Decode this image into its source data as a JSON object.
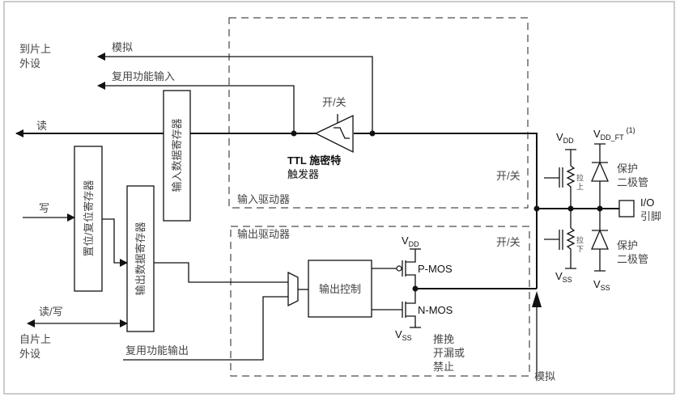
{
  "labels": {
    "to_peripheral": [
      "到片上",
      "外设"
    ],
    "from_peripheral": [
      "自片上",
      "外设"
    ],
    "analog_top": "模拟",
    "alt_func_input": "复用功能输入",
    "read": "读",
    "write": "写",
    "read_write": "读/写",
    "alt_func_output": "复用功能输出",
    "input_data_register": "输入数据寄存器",
    "bit_set_reset_register": "置位/复位寄存器",
    "output_data_register": "输出数据寄存器",
    "schmitt_switch": "开/关",
    "ttl_schmitt": [
      "TTL 施密特",
      "触发器"
    ],
    "input_driver": "输入驱动器",
    "output_driver": "输出驱动器",
    "output_control": "输出控制",
    "pmos": "P-MOS",
    "nmos": "N-MOS",
    "vdd": "V",
    "vdd_sub": "DD",
    "vss": "V",
    "vss_sub": "SS",
    "vdd_ft_sub": "DD_FT",
    "vdd_ft_note": "(1)",
    "output_mode": [
      "推挽",
      "开漏或",
      "禁止"
    ],
    "switch_up": "开/关",
    "switch_down": "开/关",
    "pull_up": [
      "拉",
      "上"
    ],
    "pull_down": [
      "拉",
      "下"
    ],
    "protection_diode": [
      "保护",
      "二极管"
    ],
    "io_pin": [
      "I/O",
      "引脚"
    ],
    "analog_bottom": "模拟"
  }
}
